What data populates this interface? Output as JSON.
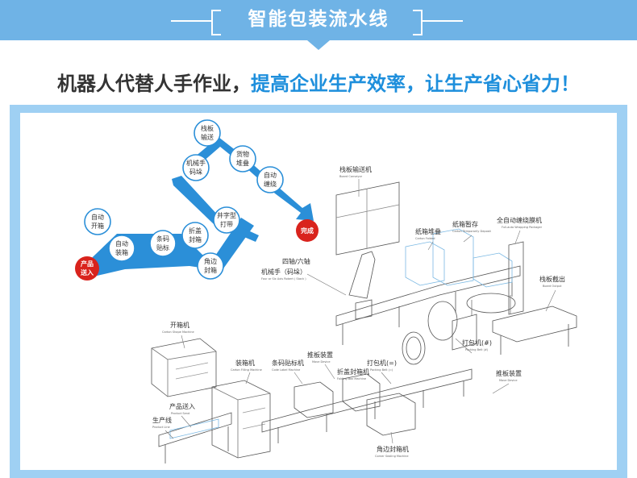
{
  "header": {
    "title": "智能包装流水线"
  },
  "slogan": {
    "part1": "机器人代替人手作业，",
    "part2": "提高企业生产效率，让生产省心省力！"
  },
  "colors": {
    "banner": "#6fb3e6",
    "frame": "#9fd0f3",
    "accent": "#1e8fdc",
    "flow": "#2b8fd8",
    "start_end": "#d9231d"
  },
  "flow": {
    "start": {
      "line1": "产品",
      "line2": "送入"
    },
    "end": {
      "line1": "完成"
    },
    "steps": [
      {
        "line1": "自动",
        "line2": "开箱"
      },
      {
        "line1": "自动",
        "line2": "装箱"
      },
      {
        "line1": "条码",
        "line2": "贴标"
      },
      {
        "line1": "折盖",
        "line2": "封箱"
      },
      {
        "line1": "角边",
        "line2": "封箱"
      },
      {
        "line1": "井字型",
        "line2": "打带"
      },
      {
        "line1": "机械手",
        "line2": "码垛"
      },
      {
        "line1": "栈板",
        "line2": "输送"
      },
      {
        "line1": "货物",
        "line2": "堆叠"
      },
      {
        "line1": "自动",
        "line2": "缠绕"
      }
    ]
  },
  "labels": {
    "board_conveyor": {
      "cn": "栈板输送机",
      "en": "Board Conveyor"
    },
    "carton_folded": {
      "cn": "纸箱堆叠",
      "en": "Carton Folded"
    },
    "carton_temp": {
      "cn": "纸箱暂存",
      "en": "Carton Temporarily Deposit"
    },
    "wrapping": {
      "cn": "全自动缠绕膜机",
      "en": "Full-auto Wrapping Packager"
    },
    "board_output": {
      "cn": "栈板截出",
      "en": "Board Output"
    },
    "robot": {
      "cn1": "四轴/六轴",
      "cn2": "机械手（码垛）",
      "en": "Four or Six Axis Robert ( Stack )"
    },
    "packing_hash": {
      "cn": "打包机(#)",
      "en": "Packing Belt (#)"
    },
    "move_device_2": {
      "cn": "推板装置",
      "en": "Move Device"
    },
    "carton_shape": {
      "cn": "开箱机",
      "en": "Carton Shape Machine"
    },
    "carton_filling": {
      "cn": "装箱机",
      "en": "Carton Filling Machine"
    },
    "code_label": {
      "cn": "条码贴标机",
      "en": "Code Label Machine"
    },
    "move_device_1": {
      "cn": "推板装置",
      "en": "Move Device"
    },
    "packing_eq": {
      "cn": "打包机(=)",
      "en": "Packing Belt (=)"
    },
    "folding_box": {
      "cn": "折盖封箱机",
      "en": "Folding Box Machine"
    },
    "product_send": {
      "cn": "产品送入",
      "en": "Product Send"
    },
    "product_line": {
      "cn": "生产线",
      "en": "Product Line"
    },
    "corner_sealing": {
      "cn": "角边封箱机",
      "en": "Corner Sealing Machine"
    }
  }
}
